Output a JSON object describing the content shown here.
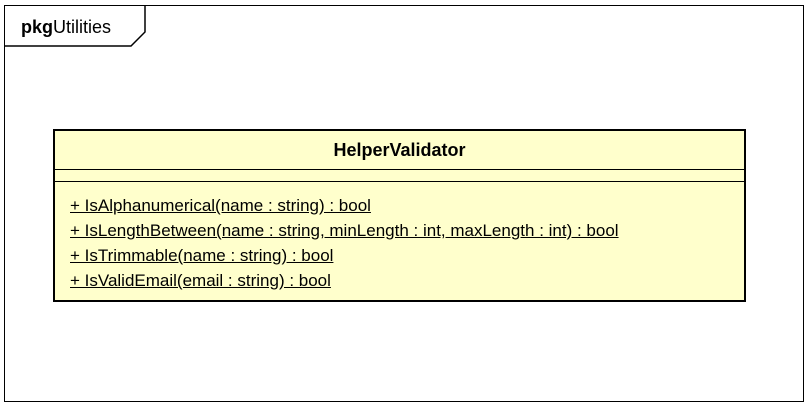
{
  "package": {
    "keyword": "pkg",
    "name": "Utilities"
  },
  "class": {
    "name": "HelperValidator",
    "attributes": [],
    "operations": [
      "+ IsAlphanumerical(name : string) : bool",
      "+ IsLengthBetween(name : string, minLength : int, maxLength : int) : bool",
      "+ IsTrimmable(name : string) : bool",
      "+ IsValidEmail(email : string) : bool"
    ]
  },
  "colors": {
    "class_fill": "#ffffcc",
    "border": "#000000",
    "background": "#ffffff"
  }
}
